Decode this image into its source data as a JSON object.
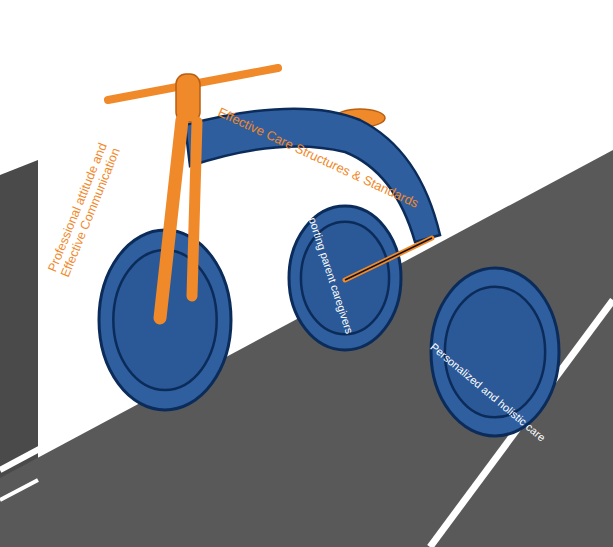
{
  "diagram": {
    "nodes": [
      {
        "text": [
          "Effective Care Structures & Standards"
        ]
      },
      {
        "text": [
          "Professional attitude and Effective Communication"
        ]
      },
      {
        "text": [
          "Supporting parent caregivers"
        ]
      },
      {
        "text": [
          "Personalized and holistic care"
        ]
      }
    ]
  }
}
